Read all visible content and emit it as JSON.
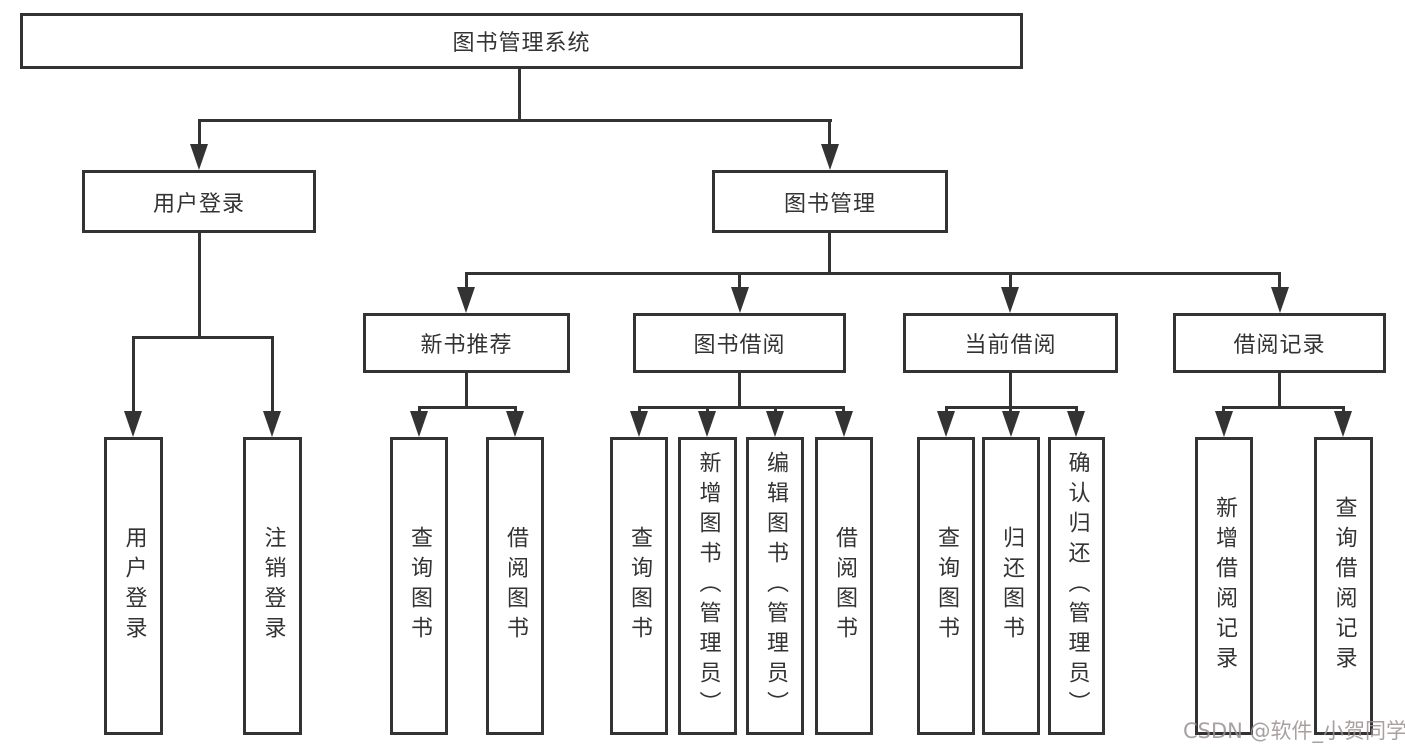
{
  "tree": {
    "root": {
      "label": "图书管理系统",
      "children": [
        {
          "label": "用户登录",
          "children": [
            {
              "label": "用户登录"
            },
            {
              "label": "注销登录"
            }
          ]
        },
        {
          "label": "图书管理",
          "children": [
            {
              "label": "新书推荐",
              "children": [
                {
                  "label": "查询图书"
                },
                {
                  "label": "借阅图书"
                }
              ]
            },
            {
              "label": "图书借阅",
              "children": [
                {
                  "label": "查询图书"
                },
                {
                  "label": "新增图书（管理员）"
                },
                {
                  "label": "编辑图书（管理员）"
                },
                {
                  "label": "借阅图书"
                }
              ]
            },
            {
              "label": "当前借阅",
              "children": [
                {
                  "label": "查询图书"
                },
                {
                  "label": "归还图书"
                },
                {
                  "label": "确认归还（管理员）"
                }
              ]
            },
            {
              "label": "借阅记录",
              "children": [
                {
                  "label": "新增借阅记录"
                },
                {
                  "label": "查询借阅记录"
                }
              ]
            }
          ]
        }
      ]
    }
  },
  "watermark": {
    "text": "CSDN @软件_小贺同学"
  },
  "colors": {
    "line": "#333333",
    "text": "#333333",
    "box_background": "#ffffff",
    "watermark": "#9b9191",
    "background": "#ffffff"
  }
}
